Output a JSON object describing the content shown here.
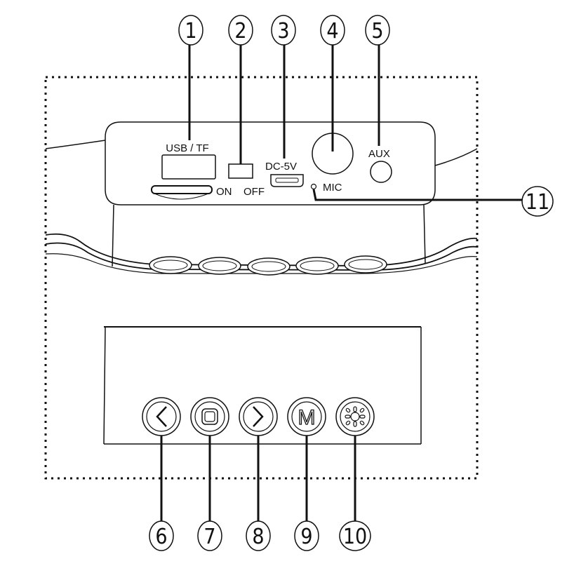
{
  "labels": {
    "usb_tf": "USB / TF",
    "on": "ON",
    "off": "OFF",
    "dc_5v": "DC-5V",
    "mic": "MIC",
    "aux": "AUX"
  },
  "callouts": {
    "c1": "1",
    "c2": "2",
    "c3": "3",
    "c4": "4",
    "c5": "5",
    "c6": "6",
    "c7": "7",
    "c8": "8",
    "c9": "9",
    "c10": "10",
    "c11": "11"
  },
  "buttons": {
    "previous": "⟨",
    "mode": "M"
  },
  "colors": {
    "ink": "#111111",
    "background": "#ffffff"
  }
}
